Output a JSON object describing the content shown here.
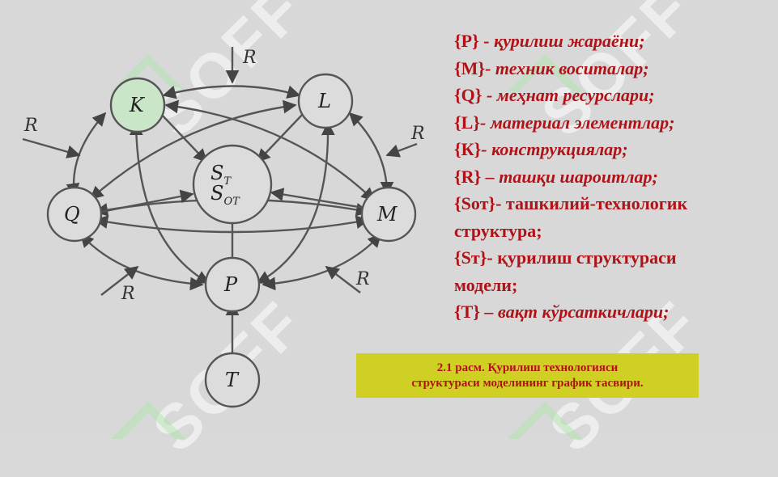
{
  "diagram": {
    "nodes": {
      "K": "K",
      "L": "L",
      "Q": "Q",
      "M": "M",
      "P": "P",
      "T": "T",
      "S1": "S",
      "S1_sub": "T",
      "S2": "S",
      "S2_sub": "OT"
    },
    "r_label": "R"
  },
  "legend": [
    {
      "sym": "{P}",
      "text": " - қурилиш жараёни;",
      "italic": true
    },
    {
      "sym": "{M}",
      "text": "- техник воситалар;",
      "italic": true
    },
    {
      "sym": "{Q}",
      "text": " - меҳнат ресурслари;",
      "italic": true
    },
    {
      "sym": "{L}",
      "text": "- материал элементлар;",
      "italic": true
    },
    {
      "sym": "{К}",
      "text": "-  конструкциялар;",
      "italic": true
    },
    {
      "sym": "{R}",
      "text": " – ташқи шароитлар;",
      "italic": true
    },
    {
      "sym": "{Sот}",
      "text": "- ташкилий-технологик",
      "italic": false
    },
    {
      "sym": "",
      "text": "структура;",
      "italic": false
    },
    {
      "sym": "{Sт}",
      "text": "- қурилиш структураси",
      "italic": false
    },
    {
      "sym": "",
      "text": "модели;",
      "italic": false
    },
    {
      "sym": "{T}",
      "text": " – вақт кўрсаткичлари;",
      "italic": true
    }
  ],
  "caption": {
    "line1": "2.1 расм. Қурилиш технологияси",
    "line2": "структураси моделининг график тасвири."
  },
  "watermark": "SOFF",
  "colors": {
    "text_red": "#b01217",
    "caption_bg": "#cfd023",
    "background": "#d8d8d8"
  }
}
